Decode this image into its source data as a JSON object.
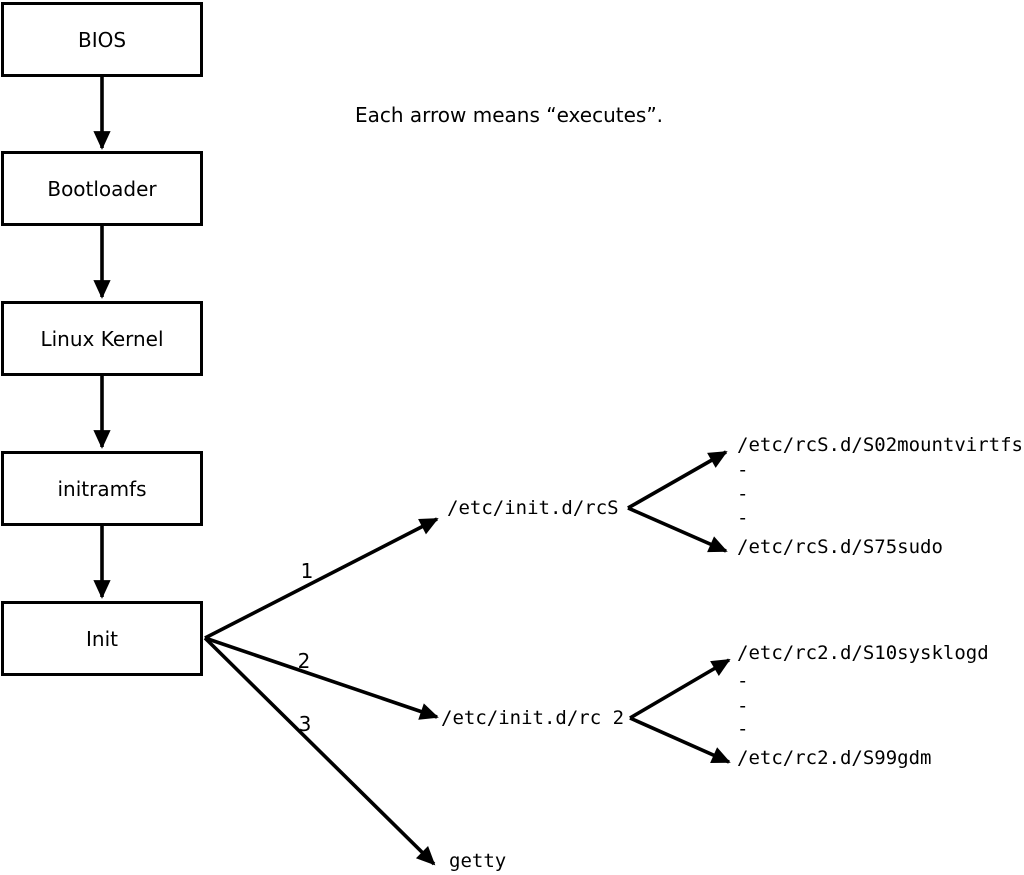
{
  "note": "Each arrow means “executes”.",
  "chain": [
    {
      "label": "BIOS"
    },
    {
      "label": "Bootloader"
    },
    {
      "label": "Linux Kernel"
    },
    {
      "label": "initramfs"
    },
    {
      "label": "Init"
    }
  ],
  "init_branches": [
    {
      "number": "1",
      "target": "/etc/init.d/rcS",
      "children": [
        "/etc/rcS.d/S02mountvirtfs",
        "-",
        "-",
        "-",
        "/etc/rcS.d/S75sudo"
      ]
    },
    {
      "number": "2",
      "target": "/etc/init.d/rc 2",
      "children": [
        "/etc/rc2.d/S10sysklogd",
        "-",
        "-",
        "-",
        "/etc/rc2.d/S99gdm"
      ]
    },
    {
      "number": "3",
      "target": "getty",
      "children": []
    }
  ],
  "colors": {
    "line": "#000000",
    "background": "#ffffff",
    "text": "#000000"
  }
}
